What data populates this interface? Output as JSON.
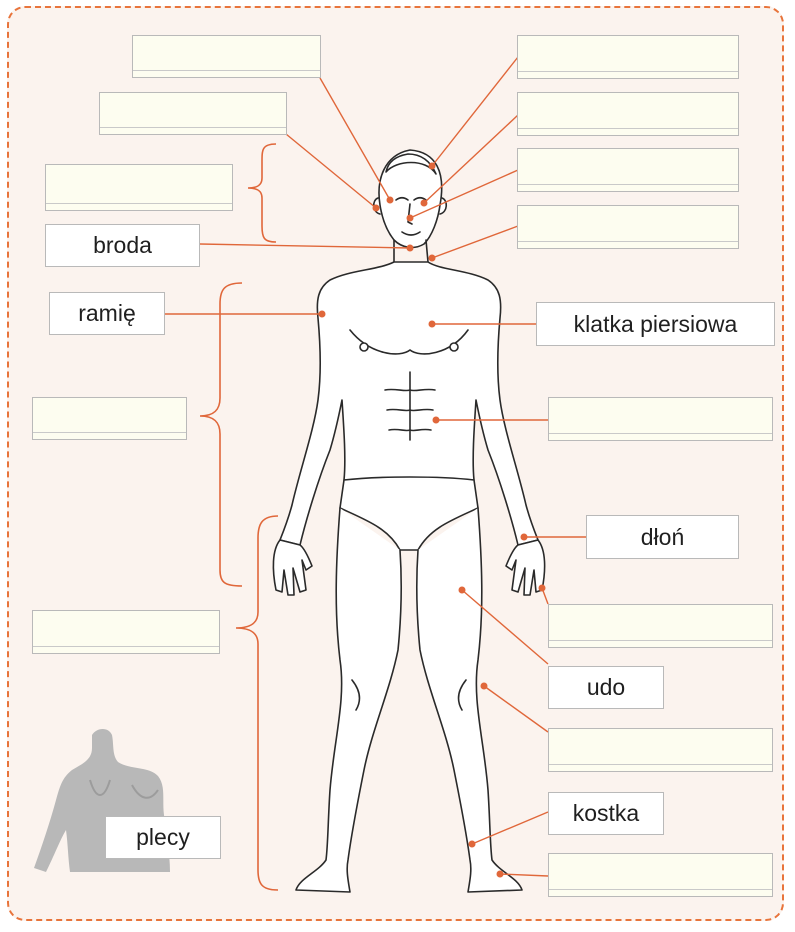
{
  "labels": {
    "chin": "broda",
    "arm": "ramię",
    "chest": "klatka piersiowa",
    "hand": "dłoń",
    "thigh": "udo",
    "ankle": "kostka",
    "back": "plecy"
  },
  "colors": {
    "frame": "#e8743b",
    "leader_line": "#e0673a",
    "background": "#fbf3ee",
    "answer_box": "#fdfdf0"
  }
}
